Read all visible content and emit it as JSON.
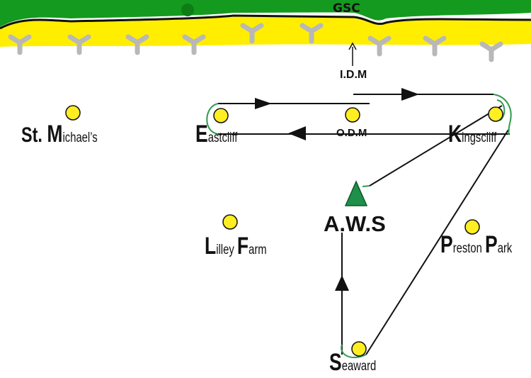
{
  "header": {
    "label": "GSC"
  },
  "markers": {
    "idm": "I.D.M",
    "odm": "O.D.M",
    "aws": "A.W.S"
  },
  "places": {
    "st_michaels": {
      "initial1": "St. ",
      "initial2": "M",
      "rest": "ichael’s"
    },
    "eastcliff": {
      "initial": "E",
      "rest": "astcliff"
    },
    "kingscliff": {
      "initial": "K",
      "rest": "ingscliff"
    },
    "lilley_farm": {
      "i1": "L",
      "r1": "illey ",
      "i2": "F",
      "r2": "arm"
    },
    "preston_park": {
      "i1": "P",
      "r1": "reston ",
      "i2": "P",
      "r2": "ark"
    },
    "seaward": {
      "initial": "S",
      "rest": "eaward"
    }
  },
  "colors": {
    "grass": "#149a1e",
    "sand": "#ffee00",
    "turbine": "#b8b8b8",
    "village_dot": "#ffee22",
    "aws_triangle": "#1f8f4a",
    "route": "#111111",
    "loop": "#2e9a4e"
  },
  "icons": [
    "wind-turbine-icon",
    "village-dot-icon",
    "arrow-head-icon",
    "triangle-marker-icon"
  ]
}
